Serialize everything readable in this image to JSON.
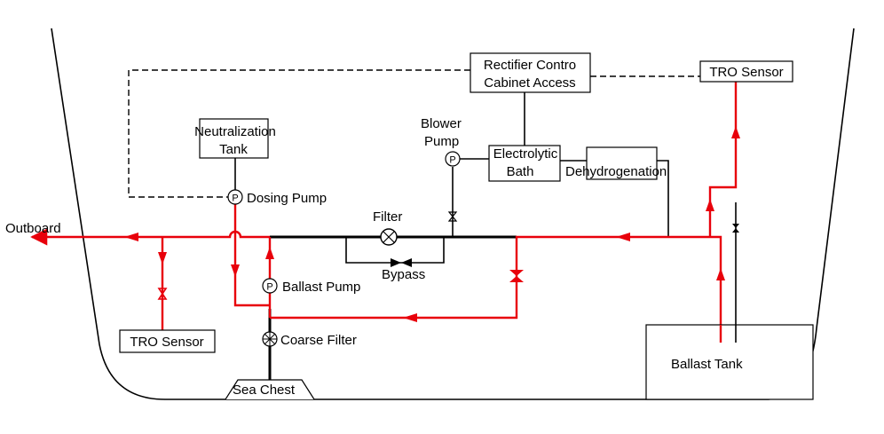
{
  "labels": {
    "outboard": "Outboard",
    "filter": "Filter",
    "bypass": "Bypass",
    "blower_pump_line1": "Blower",
    "blower_pump_line2": "Pump",
    "dosing_pump": "Dosing Pump",
    "ballast_pump": "Ballast Pump",
    "coarse_filter": "Coarse Filter",
    "sea_chest": "Sea Chest",
    "ballast_tank": "Ballast Tank",
    "dehydrogenation": "Dehydrogenation",
    "pump_symbol": "P"
  },
  "boxes": {
    "rectifier_line1": "Rectifier Contro",
    "rectifier_line2": "Cabinet Access",
    "tro_sensor_top": "TRO Sensor",
    "tro_sensor_bottom": "TRO Sensor",
    "neutralization_line1": "Neutralization",
    "neutralization_line2": "Tank",
    "electrolytic_line1": "Electrolytic",
    "electrolytic_line2": "Bath"
  },
  "colors": {
    "flow": "#e8000b",
    "line": "#000000"
  }
}
